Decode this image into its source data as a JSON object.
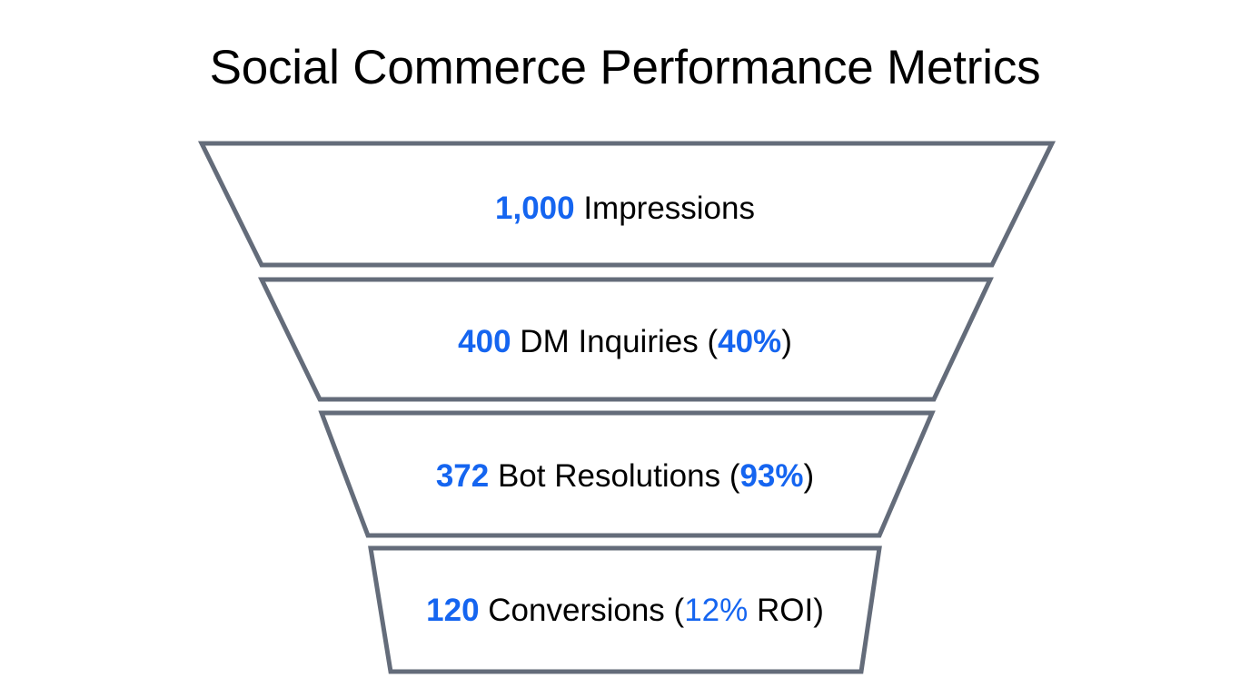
{
  "title": "Social Commerce Performance Metrics",
  "colors": {
    "accent_blue": "#1565f0",
    "outline_gray": "#646c7a",
    "background": "#ffffff",
    "text_black": "#000000"
  },
  "chart_data": {
    "type": "bar",
    "chart_subtype": "funnel",
    "title": "Social Commerce Performance Metrics",
    "xlabel": "",
    "ylabel": "",
    "categories": [
      "Impressions",
      "DM Inquiries",
      "Bot Resolutions",
      "Conversions"
    ],
    "values": [
      1000,
      400,
      372,
      120
    ],
    "value_labels": [
      "1,000",
      "400",
      "372",
      "120"
    ],
    "rates": [
      null,
      "40%",
      "93%",
      "12%"
    ],
    "rate_numeric": [
      null,
      40,
      93,
      12
    ],
    "rate_suffixes": [
      null,
      "",
      "",
      " ROI"
    ],
    "grid": false,
    "legend": false,
    "stages": [
      {
        "value_label": "1,000",
        "name_label": " Impressions",
        "rate_label": "",
        "rate_suffix": "",
        "has_rate": false,
        "rate_bold": true
      },
      {
        "value_label": "400",
        "name_label": " DM Inquiries ",
        "rate_label": "40%",
        "rate_suffix": "",
        "has_rate": true,
        "rate_bold": true
      },
      {
        "value_label": "372",
        "name_label": " Bot Resolutions ",
        "rate_label": "93%",
        "rate_suffix": "",
        "has_rate": true,
        "rate_bold": true
      },
      {
        "value_label": "120",
        "name_label": " Conversions ",
        "rate_label": "12%",
        "rate_suffix": " ROI",
        "has_rate": true,
        "rate_bold": false
      }
    ]
  },
  "geometry": {
    "stage_polygons": [
      "222,158 1158,158 1092,292 288,292",
      "288,308 1090,308 1028,440 352,440",
      "354,455 1026,455 968,590 405,590",
      "408,604 968,604 948,740 430,740"
    ],
    "label_centers_y": [
      230,
      377,
      525,
      673
    ]
  },
  "paren_open": "(",
  "paren_close": ")"
}
